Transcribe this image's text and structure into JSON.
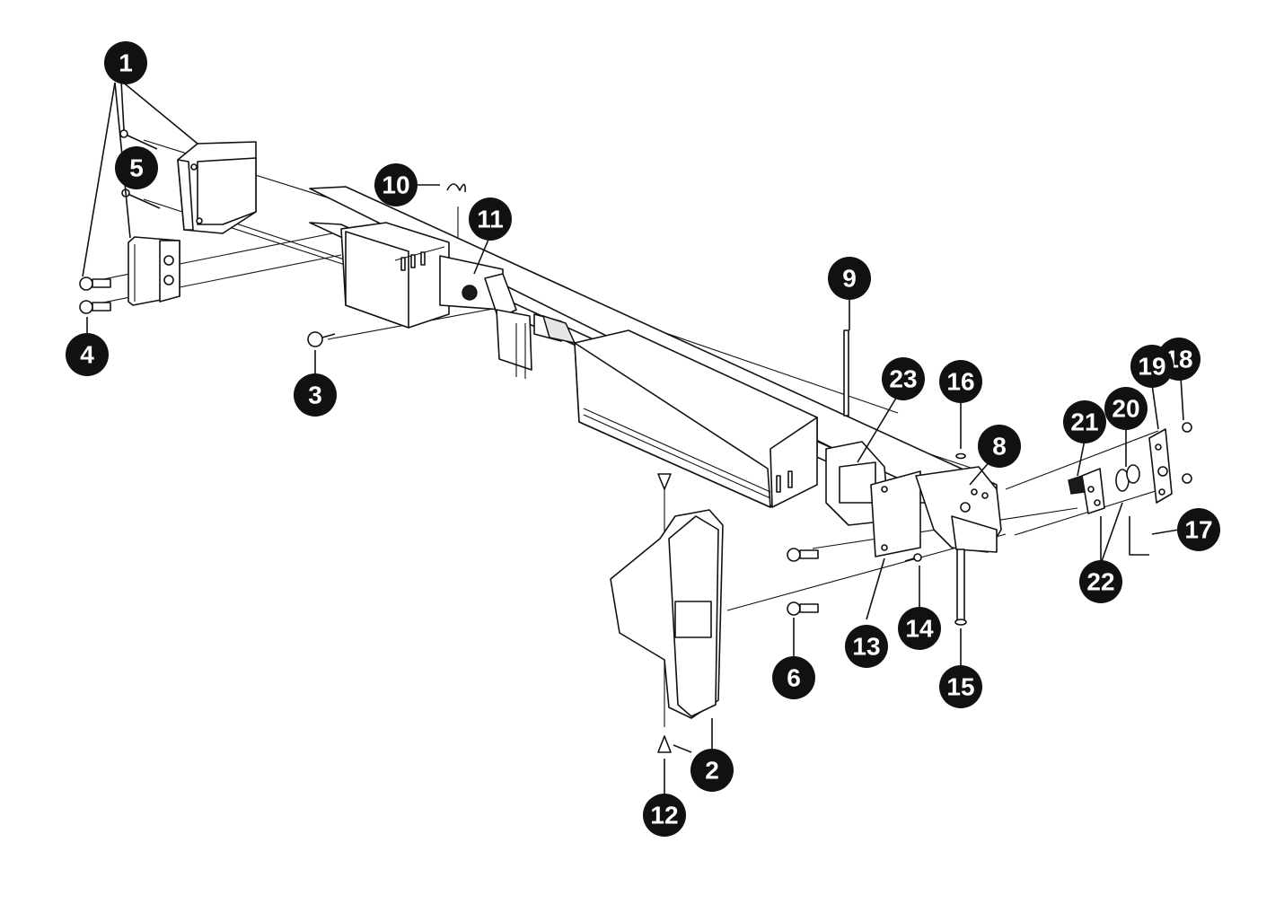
{
  "callouts": [
    {
      "id": "1",
      "label": "1"
    },
    {
      "id": "2",
      "label": "2"
    },
    {
      "id": "3",
      "label": "3"
    },
    {
      "id": "4",
      "label": "4"
    },
    {
      "id": "5",
      "label": "5"
    },
    {
      "id": "6",
      "label": "6"
    },
    {
      "id": "8",
      "label": "8"
    },
    {
      "id": "9",
      "label": "9"
    },
    {
      "id": "10",
      "label": "10"
    },
    {
      "id": "11",
      "label": "11"
    },
    {
      "id": "12",
      "label": "12"
    },
    {
      "id": "13",
      "label": "13"
    },
    {
      "id": "14",
      "label": "14"
    },
    {
      "id": "15",
      "label": "15"
    },
    {
      "id": "16",
      "label": "16"
    },
    {
      "id": "17",
      "label": "17"
    },
    {
      "id": "18",
      "label": "18"
    },
    {
      "id": "19",
      "label": "19"
    },
    {
      "id": "20",
      "label": "20"
    },
    {
      "id": "21",
      "label": "21"
    },
    {
      "id": "22",
      "label": "22"
    },
    {
      "id": "23",
      "label": "23"
    }
  ],
  "colors": {
    "ink": "#111111",
    "paper": "#ffffff"
  }
}
